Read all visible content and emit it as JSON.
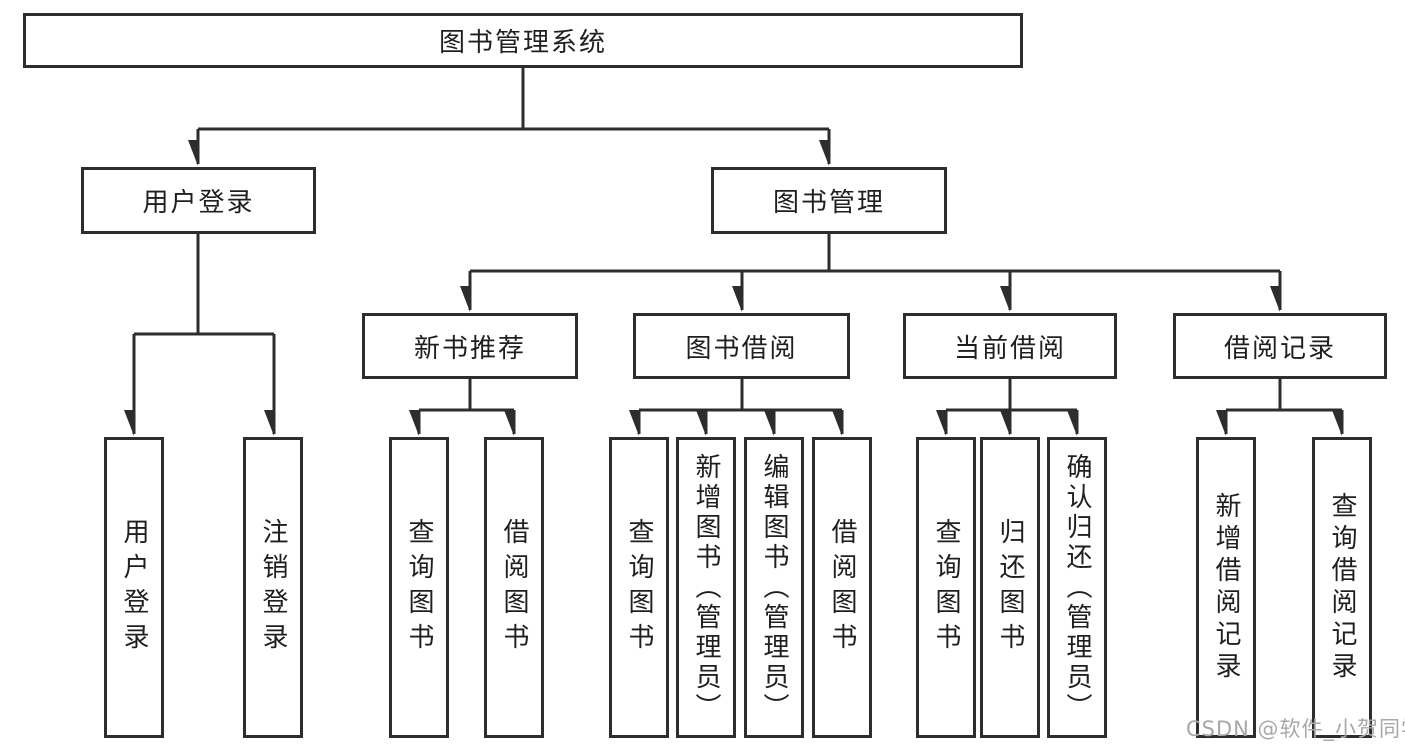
{
  "diagram": {
    "tree": {
      "root": {
        "label": "图书管理系统"
      },
      "children": [
        {
          "label": "用户登录",
          "children": [
            {
              "label": "用户登录"
            },
            {
              "label": "注销登录"
            }
          ]
        },
        {
          "label": "图书管理",
          "children": [
            {
              "label": "新书推荐",
              "children": [
                {
                  "label": "查询图书"
                },
                {
                  "label": "借阅图书"
                }
              ]
            },
            {
              "label": "图书借阅",
              "children": [
                {
                  "label": "查询图书"
                },
                {
                  "label": "新增图书（管理员）"
                },
                {
                  "label": "编辑图书（管理员）"
                },
                {
                  "label": "借阅图书"
                }
              ]
            },
            {
              "label": "当前借阅",
              "children": [
                {
                  "label": "查询图书"
                },
                {
                  "label": "归还图书"
                },
                {
                  "label": "确认归还（管理员）"
                }
              ]
            },
            {
              "label": "借阅记录",
              "children": [
                {
                  "label": "新增借阅记录"
                },
                {
                  "label": "查询借阅记录"
                }
              ]
            }
          ]
        }
      ]
    },
    "line_color": "#2d2d2d"
  },
  "watermark": {
    "text": "CSDN @软件_小贺同学"
  }
}
